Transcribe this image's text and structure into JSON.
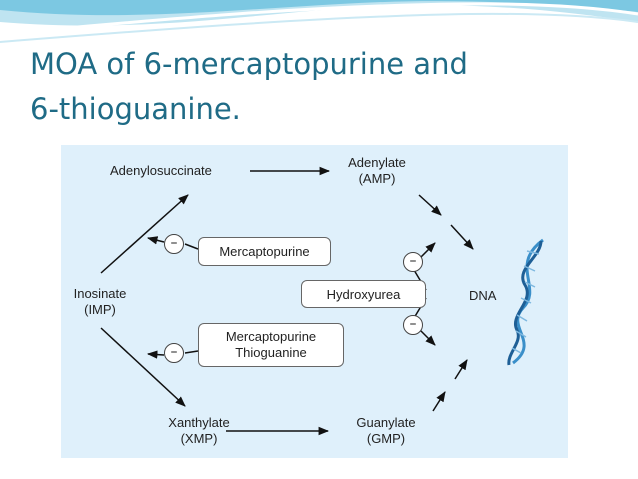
{
  "slide": {
    "title_line1": "MOA of 6-mercaptopurine and",
    "title_line2": "6-thioguanine."
  },
  "diagram": {
    "nodes": {
      "adenylosuccinate": "Adenylosuccinate",
      "adenylate_name": "Adenylate",
      "adenylate_abbr": "(AMP)",
      "inosinate_name": "Inosinate",
      "inosinate_abbr": "(IMP)",
      "xanthylate_name": "Xanthylate",
      "xanthylate_abbr": "(XMP)",
      "guanylate_name": "Guanylate",
      "guanylate_abbr": "(GMP)",
      "dna": "DNA"
    },
    "drugs": {
      "mercaptopurine_top": "Mercaptopurine",
      "hydroxyurea": "Hydroxyurea",
      "mercaptopurine_bottom": "Mercaptopurine",
      "thioguanine": "Thioguanine"
    },
    "inhibition_symbol": "–",
    "colors": {
      "background": "#dff0fb",
      "accent_title": "#1f6b86",
      "dna_helix": "#3a8fc9"
    }
  }
}
